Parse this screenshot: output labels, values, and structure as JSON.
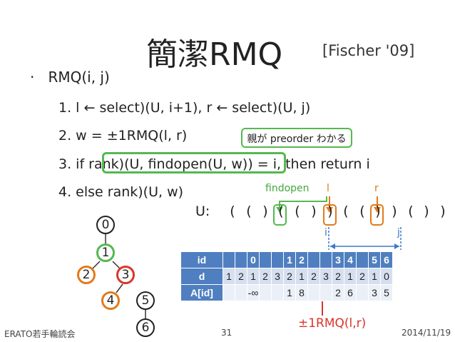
{
  "slide": {
    "title": "簡潔RMQ",
    "citation": "[Fischer '09]",
    "bullet": "RMQ(i, j)",
    "steps": [
      "1.  l ← select)(U, i+1), r ← select)(U, j)",
      "2.  w = ±1RMQ(l, r)",
      "3.  if rank)(U, findopen(U, w)) = i, then return i",
      "4.  else rank)(U, w)"
    ],
    "note": "親が preorder わかる",
    "footer_left": "ERATO若手輪読会",
    "page_number": "31",
    "footer_right": "2014/11/19"
  },
  "diagram": {
    "findopen_label": "findopen",
    "l_label": "l",
    "r_label": "r",
    "i_label": "i",
    "j_label": "j",
    "u_label": "U:",
    "parens": [
      "(",
      "(",
      ")",
      "(",
      "(",
      ")",
      ")",
      "(",
      "(",
      ")",
      ")",
      "(",
      ")",
      ")"
    ],
    "result_label": "±1RMQ(l,r)",
    "colors": {
      "green": "#55b850",
      "orange": "#e27a1a",
      "red": "#d9362a",
      "blue": "#4f7fc0"
    }
  },
  "tree": {
    "nodes": [
      "0",
      "1",
      "2",
      "3",
      "4",
      "5",
      "6"
    ]
  },
  "table": {
    "headers": [
      "id",
      "d",
      "A[id]"
    ],
    "id_row": [
      "",
      "",
      "0",
      "",
      "",
      "1",
      "2",
      "",
      "",
      "3",
      "4",
      "",
      "5",
      "6"
    ],
    "d_row": [
      "1",
      "2",
      "1",
      "2",
      "3",
      "2",
      "1",
      "2",
      "3",
      "2",
      "1",
      "2",
      "1",
      "0"
    ],
    "a_row": [
      "",
      "",
      "-∞",
      "",
      "",
      "1",
      "8",
      "",
      "",
      "2",
      "6",
      "",
      "3",
      "5"
    ]
  }
}
